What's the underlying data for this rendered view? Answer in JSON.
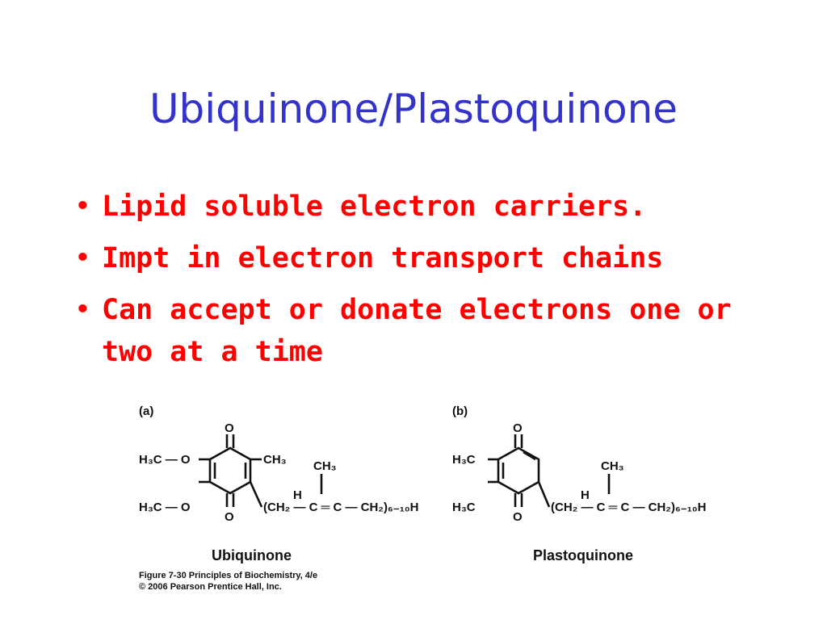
{
  "slide": {
    "title": "Ubiquinone/Plastoquinone",
    "bullets": [
      "Lipid soluble electron carriers.",
      "Impt in electron transport chains",
      "Can accept or donate electrons one or two at a time"
    ],
    "bullet_symbol": "•"
  },
  "figure": {
    "panel_a": {
      "label": "(a)",
      "name": "Ubiquinone",
      "o_top": "O",
      "o_bottom": "O",
      "sub_top_left": "H₃C — O",
      "sub_bottom_left": "H₃C — O",
      "sub_top_right": "CH₃",
      "chain_ch3": "CH₃",
      "chain_h": "H",
      "chain_text": "(CH₂ — C ═ C — CH₂)₆₋₁₀H"
    },
    "panel_b": {
      "label": "(b)",
      "name": "Plastoquinone",
      "o_top": "O",
      "o_bottom": "O",
      "sub_top_left": "H₃C",
      "sub_bottom_left": "H₃C",
      "chain_ch3": "CH₃",
      "chain_h": "H",
      "chain_text": "(CH₂ — C ═ C — CH₂)₆₋₁₀H"
    },
    "credit_line1": "Figure 7-30  Principles of Biochemistry, 4/e",
    "credit_line2": "© 2006 Pearson Prentice Hall, Inc."
  }
}
